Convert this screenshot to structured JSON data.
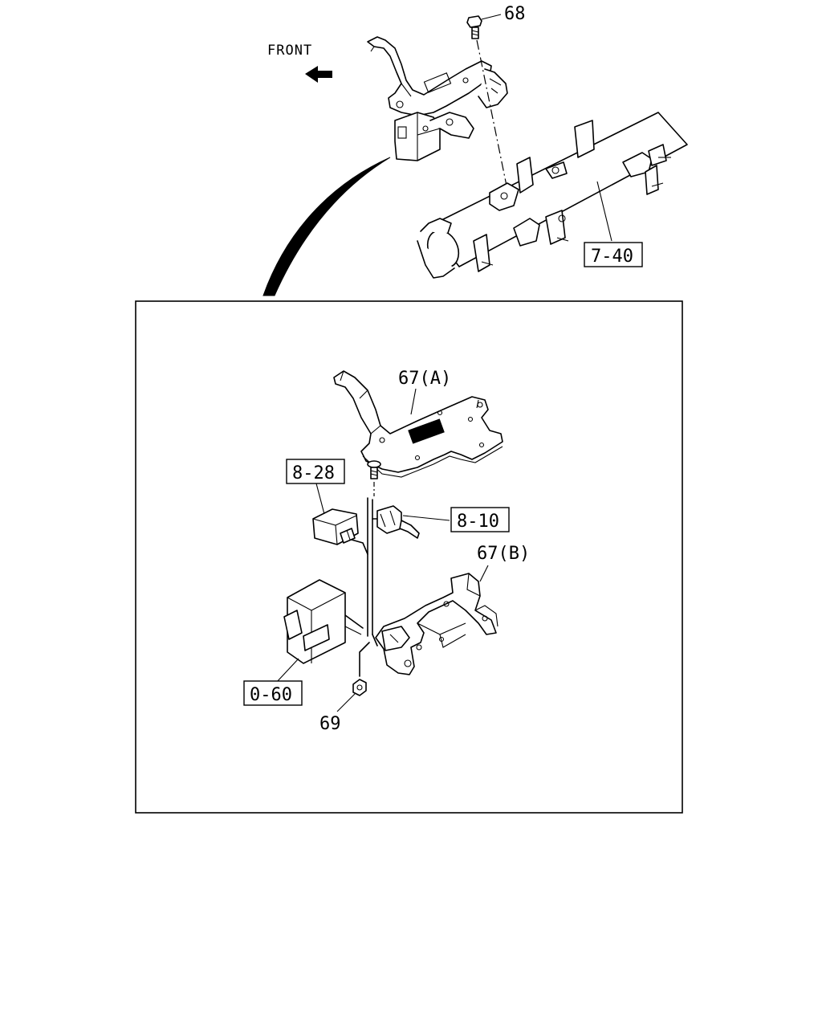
{
  "direction": {
    "label": "FRONT",
    "icon": "arrow-left-icon"
  },
  "callouts": {
    "bolt": "68",
    "reinforcement_ref": "7-40",
    "bracket_a": "67(A)",
    "ref_8_28": "8-28",
    "ref_8_10": "8-10",
    "bracket_b": "67(B)",
    "ref_0_60": "0-60",
    "nut": "69"
  }
}
